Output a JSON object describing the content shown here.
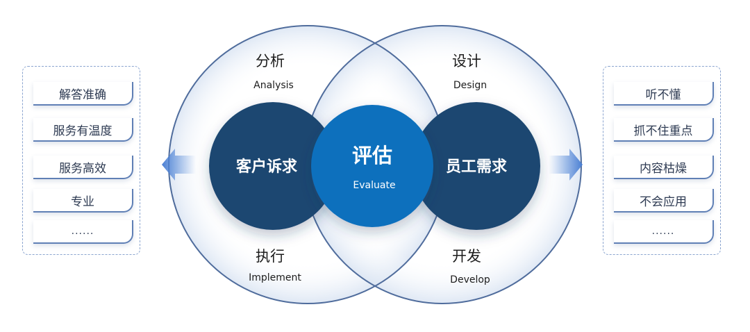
{
  "center": {
    "title": "评估",
    "subtitle": "Evaluate"
  },
  "left_circle": {
    "label": "客户诉求"
  },
  "right_circle": {
    "label": "员工需求"
  },
  "quadrants": {
    "top_left": {
      "cn": "分析",
      "en": "Analysis"
    },
    "top_right": {
      "cn": "设计",
      "en": "Design"
    },
    "bottom_left": {
      "cn": "执行",
      "en": "Implement"
    },
    "bottom_right": {
      "cn": "开发",
      "en": "Develop"
    }
  },
  "left_list": [
    "解答准确",
    "服务有温度",
    "服务高效",
    "专业",
    "......"
  ],
  "right_list": [
    "听不懂",
    "抓不住重点",
    "内容枯燥",
    "不会应用",
    "......"
  ],
  "colors": {
    "dark_navy": "#1f4671",
    "center_blue": "#0f6fbd",
    "outline": "#4f6c9c",
    "arrow": "#5b8fdc"
  }
}
